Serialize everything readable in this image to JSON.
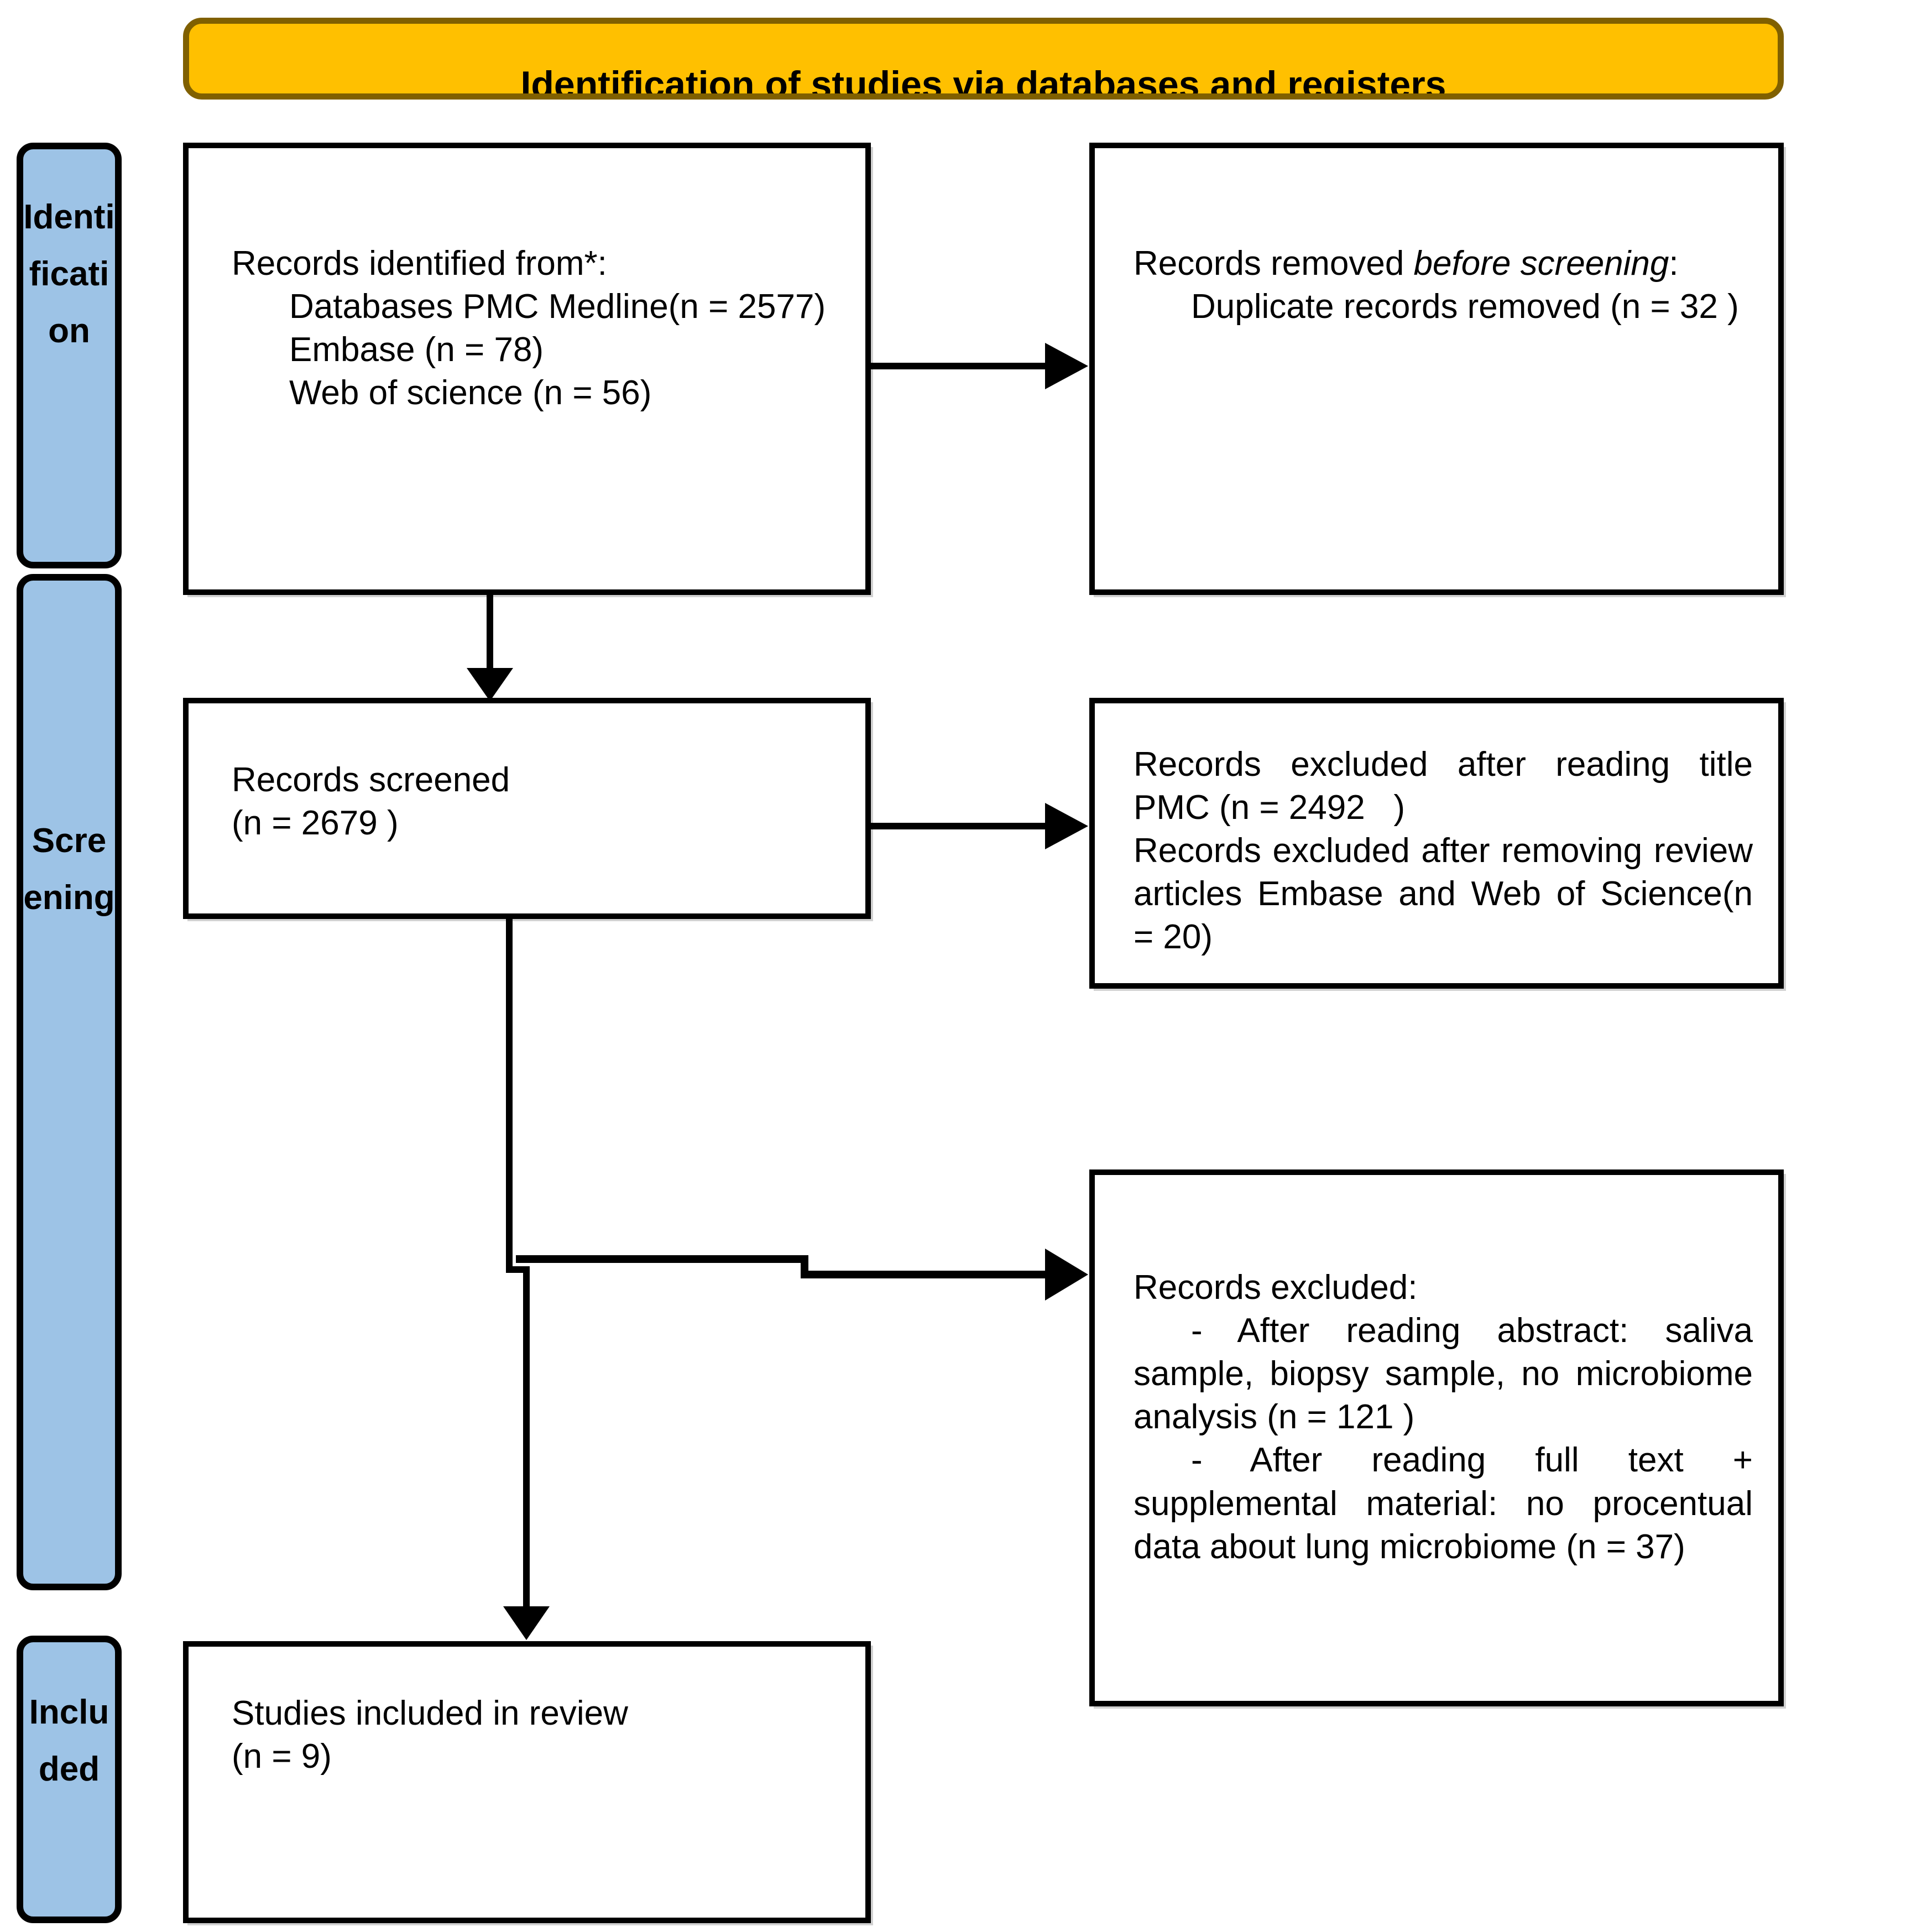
{
  "diagram": {
    "type": "prisma-flow-diagram",
    "title": "Identification of studies via databases and registers",
    "colors": {
      "header_accent": "#FFC000",
      "header_border": "#806000",
      "stage_rail": "#9DC3E6",
      "box_border": "#000000",
      "text": "#000000",
      "background": "#FFFFFF"
    }
  },
  "header": {
    "label": "Identification of studies via databases and registers"
  },
  "stages": [
    {
      "id": "identification",
      "label": "Identification",
      "wrapped_lines": [
        "Id",
        "e",
        "nt",
        "ifi",
        "ca"
      ]
    },
    {
      "id": "screening",
      "label": "Screening",
      "wrapped_lines": [
        "S",
        "cr",
        "ee",
        "ni",
        "n",
        "g"
      ]
    },
    {
      "id": "included",
      "label": "Included",
      "wrapped_lines": [
        "In",
        "cl",
        "u"
      ]
    }
  ],
  "boxes": {
    "identified": {
      "id": "records-identified",
      "heading": "Records identified from*:",
      "lines": [
        "Databases PMC Medline(n = 2577)",
        "Embase (n = 78)",
        "Web of science (n = 56)"
      ],
      "counts": {
        "pmc_medline": 2577,
        "embase": 78,
        "web_of_science": 56
      }
    },
    "removed": {
      "id": "records-removed-before-screening",
      "heading_plain": "Records removed ",
      "heading_italic": "before screening",
      "heading_tail": ":",
      "lines": [
        "Duplicate records removed (n = 32 )"
      ],
      "counts": {
        "duplicates_removed": 32
      }
    },
    "screened": {
      "id": "records-screened",
      "heading": "Records screened",
      "count_line": "(n = 2679 )",
      "counts": {
        "screened": 2679
      }
    },
    "excluded_title": {
      "id": "records-excluded-after-title",
      "lines": [
        "Records excluded after reading title PMC (n = 2492   )",
        "Records excluded after removing review articles Embase and Web of Science(n = 20)"
      ],
      "counts": {
        "excluded_title_pmc": 2492,
        "excluded_review_articles": 20
      }
    },
    "excluded_full": {
      "id": "records-excluded-abstract-fulltext",
      "heading": "Records excluded:",
      "bullets": [
        "- After reading abstract: saliva sample, biopsy sample, no microbiome analysis (n = 121 )",
        "- After reading full text + supplemental material: no procentual data about lung microbiome (n = 37)"
      ],
      "counts": {
        "excluded_abstract": 121,
        "excluded_fulltext": 37
      }
    },
    "included": {
      "id": "studies-included-in-review",
      "heading": "Studies included in review",
      "count_line": "(n = 9)",
      "counts": {
        "included_studies": 9
      }
    }
  },
  "connectors": [
    {
      "id": "identified-to-removed",
      "from": "identified",
      "to": "removed",
      "direction": "right"
    },
    {
      "id": "identified-to-screened",
      "from": "identified",
      "to": "screened",
      "direction": "down"
    },
    {
      "id": "screened-to-excluded-title",
      "from": "screened",
      "to": "excluded_title",
      "direction": "right"
    },
    {
      "id": "screened-to-excluded-full",
      "from": "screened",
      "to": "excluded_full",
      "direction": "stepped-right"
    },
    {
      "id": "screened-to-included",
      "from": "screened",
      "to": "included",
      "direction": "down"
    }
  ]
}
